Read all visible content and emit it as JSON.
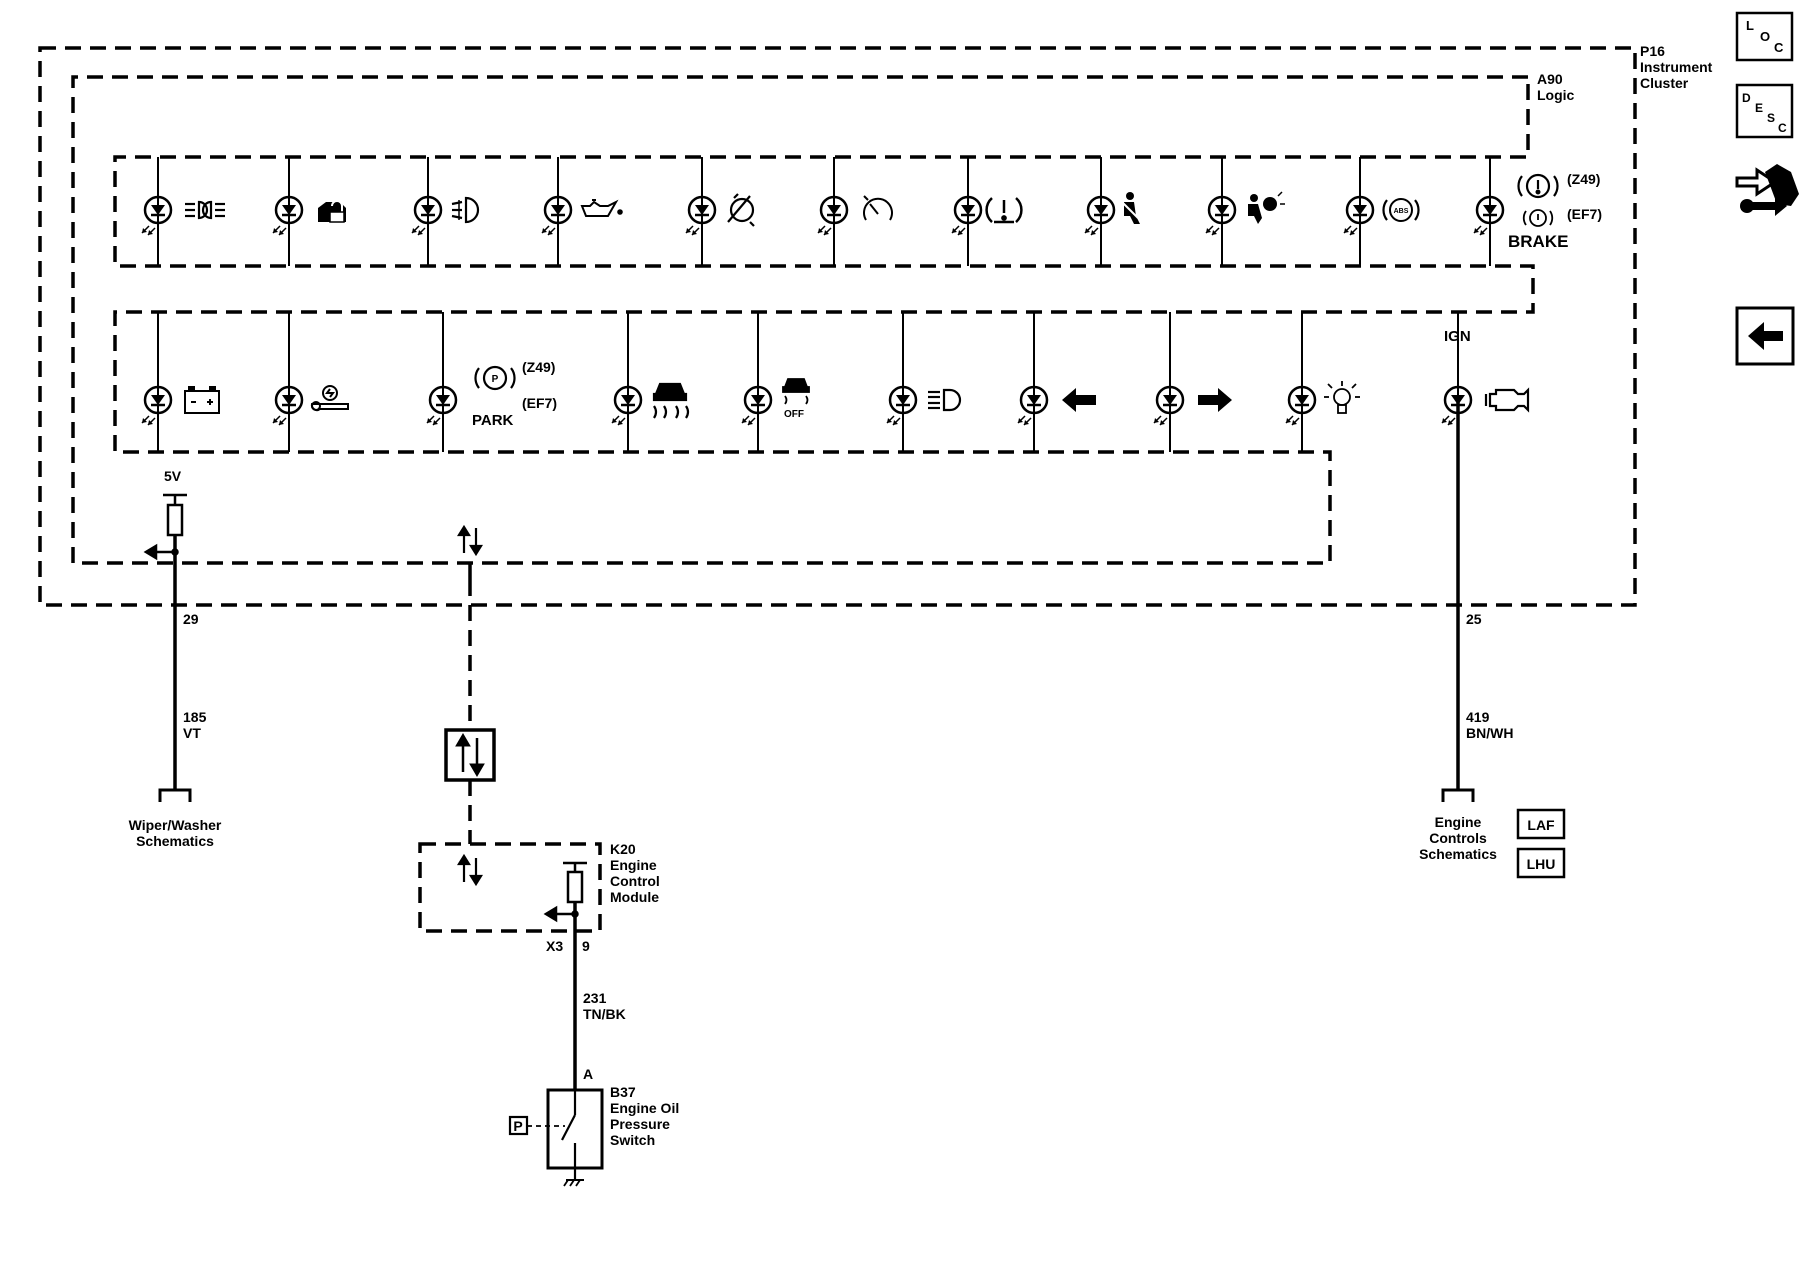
{
  "diagram": {
    "cluster": {
      "ref": "P16",
      "name1": "Instrument",
      "name2": "Cluster"
    },
    "logic": {
      "ref": "A90",
      "name": "Logic"
    },
    "options": {
      "z49": "(Z49)",
      "ef7": "(EF7)"
    },
    "icons": {
      "brake": "BRAKE",
      "park": "PARK",
      "park_letter": "P",
      "traction_off": "OFF",
      "abs": "ABS"
    },
    "circuits": {
      "ign": "IGN",
      "five_volt": "5V",
      "pin_29": "29",
      "c185": "185",
      "c185_color": "VT",
      "pin_25": "25",
      "c419": "419",
      "c419_color": "BN/WH",
      "c231": "231",
      "c231_color": "TN/BK"
    },
    "refs": {
      "wiper1": "Wiper/Washer",
      "wiper2": "Schematics",
      "engine1": "Engine",
      "engine2": "Controls",
      "engine3": "Schematics"
    },
    "ecm": {
      "ref": "K20",
      "name1": "Engine",
      "name2": "Control",
      "name3": "Module",
      "connector": "X3",
      "pin": "9"
    },
    "switch": {
      "pin": "A",
      "ref": "B37",
      "name1": "Engine Oil",
      "name2": "Pressure",
      "name3": "Switch",
      "pressure_letter": "P"
    },
    "buttons": {
      "laf": "LAF",
      "lhu": "LHU"
    },
    "lamps": {
      "upper_row": [
        "headlamp",
        "security",
        "fog-lamp",
        "oil-pressure",
        "brake-pad-wear",
        "speedometer",
        "tire-pressure",
        "seat-belt",
        "airbag",
        "abs",
        "brake"
      ],
      "lower_row": [
        "battery",
        "service-vehicle",
        "park-brake",
        "traction-control",
        "traction-off",
        "high-beam",
        "turn-left",
        "turn-right",
        "lamp-bulb",
        "check-engine"
      ]
    }
  },
  "nav": {
    "loc": [
      "L",
      "O",
      "C"
    ],
    "desc": [
      "D",
      "E",
      "S",
      "C"
    ]
  }
}
